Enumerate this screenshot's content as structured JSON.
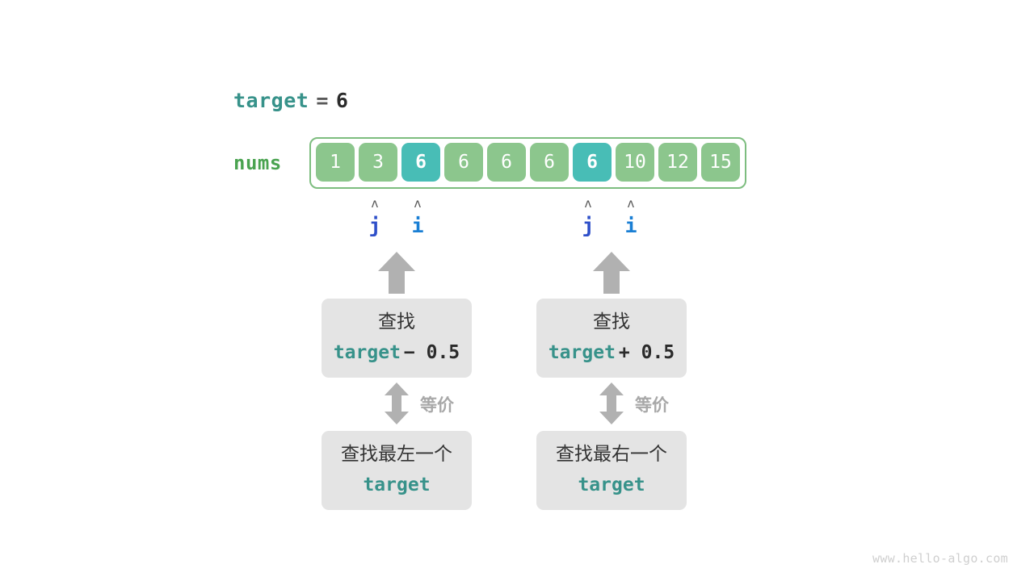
{
  "target_expr": {
    "var_label": "target",
    "operator": "=",
    "value": "6"
  },
  "array": {
    "name_label": "nums",
    "values": [
      "1",
      "3",
      "6",
      "6",
      "6",
      "6",
      "6",
      "10",
      "12",
      "15"
    ],
    "highlighted_indices": [
      2,
      6
    ],
    "cell_color": "#8cc68d",
    "highlight_color": "#48bdb6",
    "frame_border_color": "#7dbd7f"
  },
  "pointers": {
    "caret_glyph": "ʌ",
    "left_group": {
      "j": {
        "label": "j",
        "index": 1,
        "color": "#2e4fc9"
      },
      "i": {
        "label": "i",
        "index": 2,
        "color": "#1a7fd4"
      }
    },
    "right_group": {
      "j": {
        "label": "j",
        "index": 6,
        "color": "#2e4fc9"
      },
      "i": {
        "label": "i",
        "index": 7,
        "color": "#1a7fd4"
      }
    }
  },
  "left_branch": {
    "top_box": {
      "cn_text": "查找",
      "code_var": "target",
      "code_op": "− 0.5"
    },
    "equiv_label": "等价",
    "bottom_box": {
      "cn_text": "查找最左一个",
      "code_var": "target"
    }
  },
  "right_branch": {
    "top_box": {
      "cn_text": "查找",
      "code_var": "target",
      "code_op": "+ 0.5"
    },
    "equiv_label": "等价",
    "bottom_box": {
      "cn_text": "查找最右一个",
      "code_var": "target"
    }
  },
  "watermark": "www.hello-algo.com",
  "colors": {
    "teal_accent": "#37928a",
    "green_accent": "#4aa350",
    "box_background": "#e4e4e4",
    "arrow_gray": "#b1b1b1"
  }
}
